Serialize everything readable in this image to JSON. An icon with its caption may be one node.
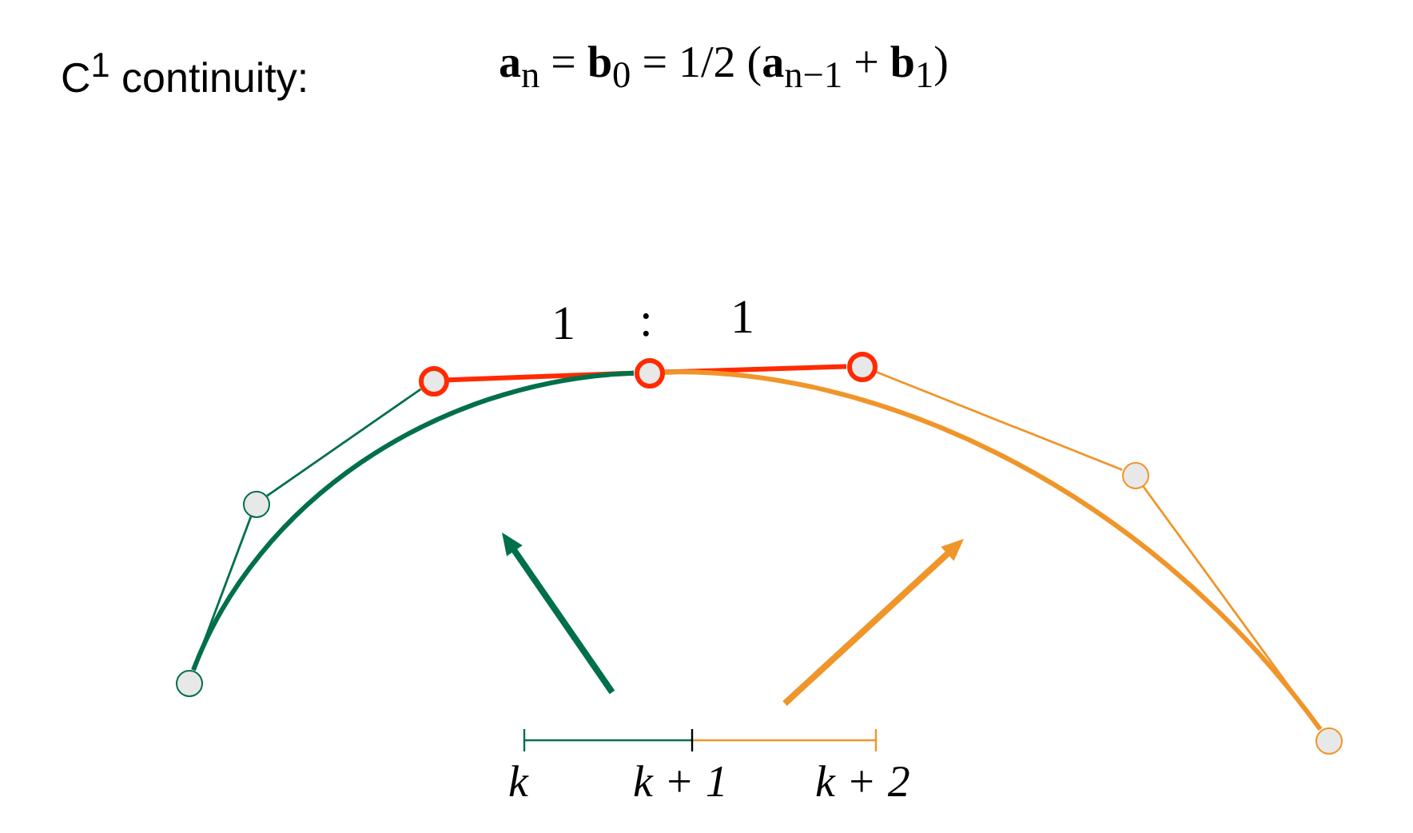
{
  "diagram": {
    "title": "C$^{1}$ continuity:",
    "nodes": [
      {
        "text": [],
        "shape": "circle"
      },
      {
        "text": [],
        "shape": "circle"
      },
      {
        "text": [],
        "shape": "circle"
      },
      {
        "text": [],
        "shape": "circle"
      },
      {
        "text": [],
        "shape": "circle"
      },
      {
        "text": [],
        "shape": "circle"
      },
      {
        "text": [],
        "shape": "circle"
      }
    ],
    "edges": [
      {
        "from": 0,
        "to": 1,
        "arrow": "none",
        "color": "#00704a"
      },
      {
        "from": 1,
        "to": 2,
        "arrow": "none",
        "color": "#00704a"
      },
      {
        "from": 2,
        "to": 3,
        "arrow": "none",
        "style": "thick",
        "color": "#ff2a00"
      },
      {
        "from": 3,
        "to": 4,
        "arrow": "none",
        "style": "thick",
        "color": "#ff2a00"
      },
      {
        "from": 4,
        "to": 5,
        "arrow": "none",
        "color": "#f0952a"
      },
      {
        "from": 5,
        "to": 6,
        "arrow": "none",
        "color": "#f0952a"
      },
      {
        "from": 0,
        "to": 3,
        "arrow": "none",
        "style": "thick",
        "color": "#00704a"
      },
      {
        "from": 3,
        "to": 6,
        "arrow": "none",
        "style": "thick",
        "color": "#f0952a"
      }
    ],
    "labels": [
      "**a**$_{n}$ = **b**$_{0}$ = 1/2 (**a**$_{n−1}$ + **b**$_{1}$)",
      "1",
      ":",
      "1",
      "k",
      "k + 1",
      "k + 2"
    ]
  }
}
